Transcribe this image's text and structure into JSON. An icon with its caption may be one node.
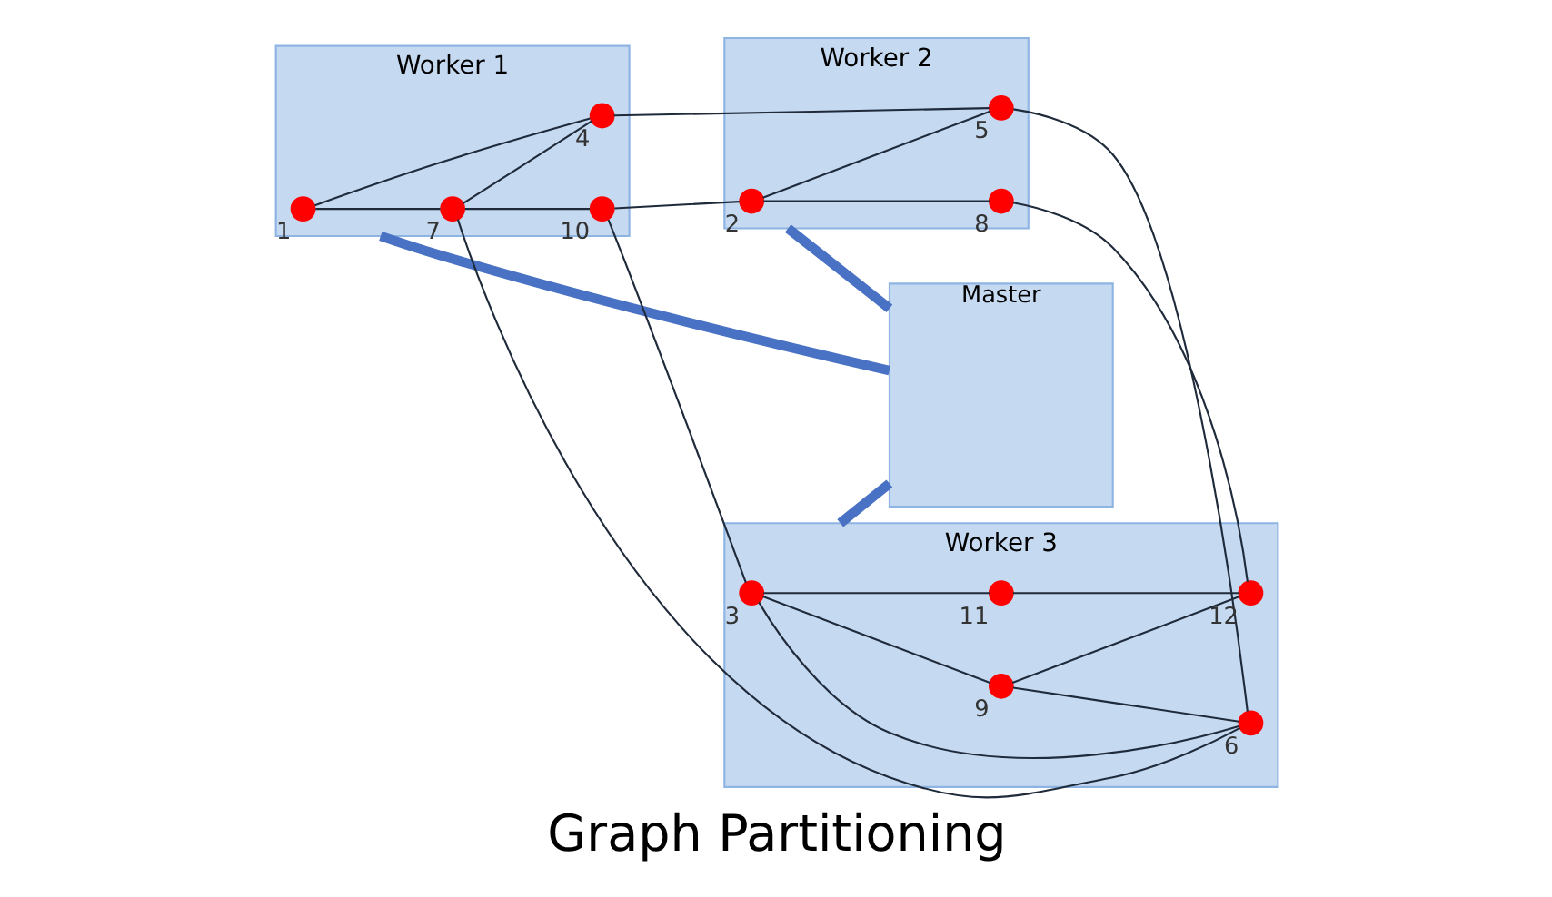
{
  "diagram": {
    "title": "Graph Partitioning",
    "nodes": [
      {
        "text": [
          "Worker 1"
        ]
      },
      {
        "text": [],
        "shape": "circle",
        "beside": [
          "1"
        ],
        "in": 0
      },
      {
        "text": [],
        "shape": "circle",
        "beside": [
          "4"
        ],
        "in": 0
      },
      {
        "text": [],
        "shape": "circle",
        "beside": [
          "7"
        ],
        "in": 0
      },
      {
        "text": [],
        "shape": "circle",
        "beside": [
          "10"
        ],
        "in": 0
      },
      {
        "text": [
          "Worker 2"
        ]
      },
      {
        "text": [],
        "shape": "circle",
        "beside": [
          "2"
        ],
        "in": 5
      },
      {
        "text": [],
        "shape": "circle",
        "beside": [
          "5"
        ],
        "in": 5
      },
      {
        "text": [],
        "shape": "circle",
        "beside": [
          "8"
        ],
        "in": 5
      },
      {
        "text": [
          "Worker 3"
        ]
      },
      {
        "text": [],
        "shape": "circle",
        "beside": [
          "3"
        ],
        "in": 9
      },
      {
        "text": [],
        "shape": "circle",
        "beside": [
          "6"
        ],
        "in": 9
      },
      {
        "text": [],
        "shape": "circle",
        "beside": [
          "9"
        ],
        "in": 9
      },
      {
        "text": [],
        "shape": "circle",
        "beside": [
          "11"
        ],
        "in": 9
      },
      {
        "text": [],
        "shape": "circle",
        "beside": [
          "12"
        ],
        "in": 9
      },
      {
        "text": [
          "Master"
        ]
      }
    ],
    "edges": [
      {
        "from": 1,
        "to": 2,
        "arrow": "none"
      },
      {
        "from": 1,
        "to": 3,
        "arrow": "none"
      },
      {
        "from": 3,
        "to": 2,
        "arrow": "none"
      },
      {
        "from": 3,
        "to": 4,
        "arrow": "none"
      },
      {
        "from": 2,
        "to": 7,
        "arrow": "none"
      },
      {
        "from": 4,
        "to": 6,
        "arrow": "none"
      },
      {
        "from": 6,
        "to": 7,
        "arrow": "none"
      },
      {
        "from": 6,
        "to": 8,
        "arrow": "none"
      },
      {
        "from": 3,
        "to": 11,
        "arrow": "none"
      },
      {
        "from": 4,
        "to": 10,
        "arrow": "none"
      },
      {
        "from": 7,
        "to": 11,
        "arrow": "none"
      },
      {
        "from": 8,
        "to": 14,
        "arrow": "none"
      },
      {
        "from": 10,
        "to": 11,
        "arrow": "none"
      },
      {
        "from": 10,
        "to": 12,
        "arrow": "none"
      },
      {
        "from": 10,
        "to": 13,
        "arrow": "none"
      },
      {
        "from": 12,
        "to": 11,
        "arrow": "none"
      },
      {
        "from": 12,
        "to": 14,
        "arrow": "none"
      },
      {
        "from": 13,
        "to": 14,
        "arrow": "none"
      },
      {
        "from": 0,
        "to": 15,
        "arrow": "none",
        "style": "thick",
        "color": "#4a72c4"
      },
      {
        "from": 5,
        "to": 15,
        "arrow": "none",
        "style": "thick",
        "color": "#4a72c4"
      },
      {
        "from": 9,
        "to": 15,
        "arrow": "none",
        "style": "thick",
        "color": "#4a72c4"
      }
    ]
  }
}
